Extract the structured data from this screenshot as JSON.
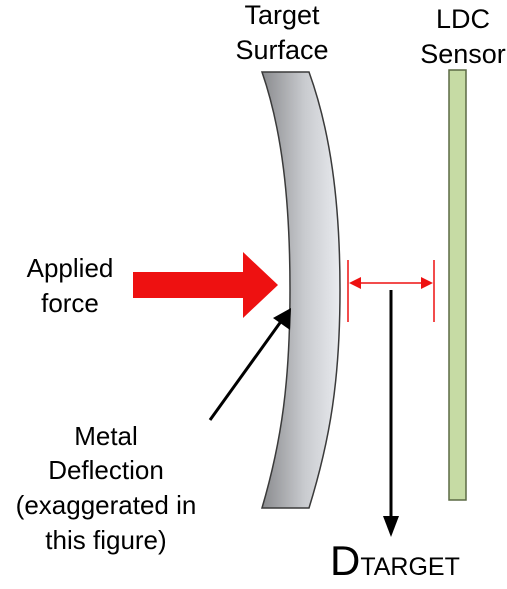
{
  "labels": {
    "target_surface": [
      "Target",
      "Surface"
    ],
    "ldc_sensor": [
      "LDC",
      "Sensor"
    ],
    "applied_force": [
      "Applied",
      "force"
    ],
    "metal_deflection": [
      "Metal",
      "Deflection",
      "(exaggerated in",
      "this figure)"
    ],
    "distance_main": "D",
    "distance_sub": "TARGET"
  },
  "colors": {
    "target_gradient_light": "#e9ebef",
    "target_gradient_dark": "#8a8b8e",
    "target_outline": "#3a3a3a",
    "sensor_fill": "#c6dba4",
    "sensor_outline": "#5c6a45",
    "force_arrow": "#ee1111",
    "gap_marker": "#ee1111",
    "pointer_arrow": "#000000"
  }
}
